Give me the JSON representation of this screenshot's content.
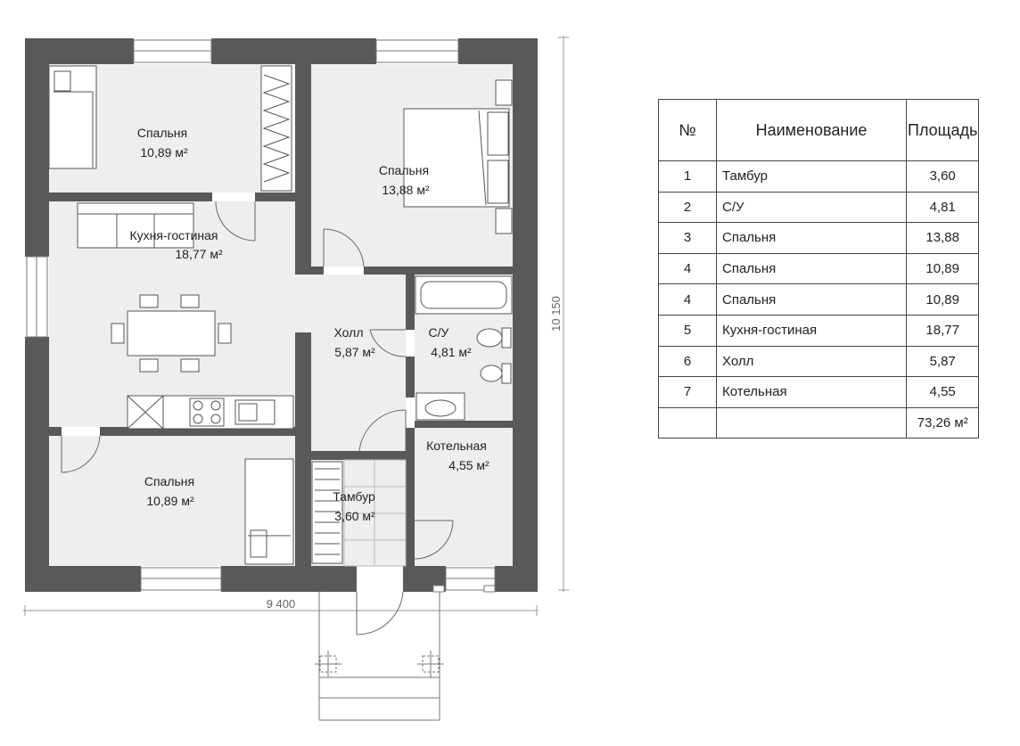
{
  "plan": {
    "dimensions": {
      "width": "9 400",
      "height": "10 150"
    },
    "rooms": [
      {
        "id": "bedroom-top-left",
        "name": "Спальня",
        "area": "10,89 м²"
      },
      {
        "id": "bedroom-top-right",
        "name": "Спальня",
        "area": "13,88 м²"
      },
      {
        "id": "kitchen-living",
        "name": "Кухня-гостиная",
        "area": "18,77 м²"
      },
      {
        "id": "hall",
        "name": "Холл",
        "area": "5,87 м²"
      },
      {
        "id": "bathroom",
        "name": "С/У",
        "area": "4,81 м²"
      },
      {
        "id": "bedroom-bottom-left",
        "name": "Спальня",
        "area": "10,89 м²"
      },
      {
        "id": "vestibule",
        "name": "Тамбур",
        "area": "3,60 м²"
      },
      {
        "id": "boiler-room",
        "name": "Котельная",
        "area": "4,55 м²"
      }
    ],
    "colors": {
      "wall": "#58595b",
      "floor": "#eeeeee",
      "line": "#555555"
    }
  },
  "table": {
    "headers": {
      "num": "№",
      "name": "Наименование",
      "area": "Площадь"
    },
    "rows": [
      {
        "num": "1",
        "name": "Тамбур",
        "area": "3,60"
      },
      {
        "num": "2",
        "name": "С/У",
        "area": "4,81"
      },
      {
        "num": "3",
        "name": "Спальня",
        "area": "13,88"
      },
      {
        "num": "4",
        "name": "Спальня",
        "area": "10,89"
      },
      {
        "num": "4",
        "name": "Спальня",
        "area": "10,89"
      },
      {
        "num": "5",
        "name": "Кухня-гостиная",
        "area": "18,77"
      },
      {
        "num": "6",
        "name": "Холл",
        "area": "5,87"
      },
      {
        "num": "7",
        "name": "Котельная",
        "area": "4,55"
      }
    ],
    "total": {
      "num": "",
      "name": "",
      "area": "73,26 м²"
    }
  }
}
